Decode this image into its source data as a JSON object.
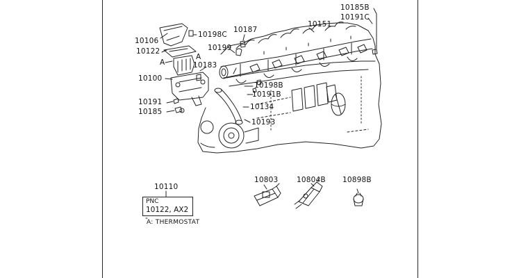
{
  "parts": {
    "p10106": "10106",
    "p10198c": "10198C",
    "p10187": "10187",
    "p10122": "10122",
    "p10199": "10199",
    "marker_a": "A",
    "p10183": "10183",
    "p10100": "10100",
    "p10151": "10151",
    "p10185b": "10185B",
    "p10191c": "10191C",
    "p10198b": "10198B",
    "p10191b": "10191B",
    "p10191": "10191",
    "p10134": "10134",
    "p10185": "10185",
    "p10193": "10193",
    "p10110": "10110",
    "p10803": "10803",
    "p10804b": "10804B",
    "p10898b": "10898B"
  },
  "pnc_box": {
    "header": "PNC",
    "value": "10122, AX2"
  },
  "note": "A: THERMOSTAT"
}
